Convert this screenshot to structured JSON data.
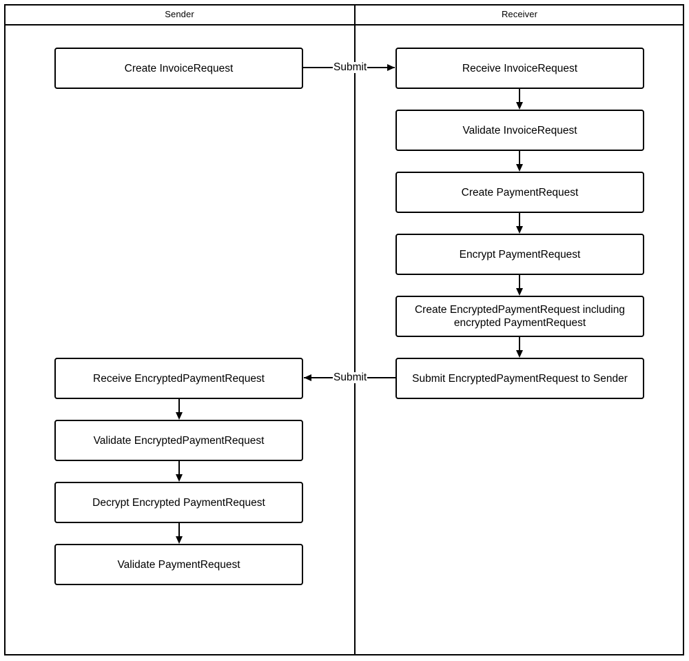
{
  "diagram": {
    "type": "swimlane-flowchart",
    "lanes": [
      {
        "id": "sender",
        "title": "Sender"
      },
      {
        "id": "receiver",
        "title": "Receiver"
      }
    ],
    "nodes": [
      {
        "id": "n1",
        "lane": "sender",
        "label": "Create InvoiceRequest"
      },
      {
        "id": "n2",
        "lane": "receiver",
        "label": "Receive InvoiceRequest"
      },
      {
        "id": "n3",
        "lane": "receiver",
        "label": "Validate InvoiceRequest"
      },
      {
        "id": "n4",
        "lane": "receiver",
        "label": "Create PaymentRequest"
      },
      {
        "id": "n5",
        "lane": "receiver",
        "label": "Encrypt PaymentRequest"
      },
      {
        "id": "n6",
        "lane": "receiver",
        "label_line1": "Create EncryptedPaymentRequest including",
        "label_line2": "encrypted PaymentRequest"
      },
      {
        "id": "n7",
        "lane": "receiver",
        "label": "Submit EncryptedPaymentRequest to Sender"
      },
      {
        "id": "n8",
        "lane": "sender",
        "label": "Receive EncryptedPaymentRequest"
      },
      {
        "id": "n9",
        "lane": "sender",
        "label": "Validate EncryptedPaymentRequest"
      },
      {
        "id": "n10",
        "lane": "sender",
        "label": "Decrypt Encrypted PaymentRequest"
      },
      {
        "id": "n11",
        "lane": "sender",
        "label": "Validate PaymentRequest"
      }
    ],
    "edge_labels": {
      "submit_to_receiver": "Submit",
      "submit_to_sender": "Submit"
    },
    "colors": {
      "stroke": "#000000",
      "fill": "#ffffff",
      "text": "#000000"
    }
  }
}
